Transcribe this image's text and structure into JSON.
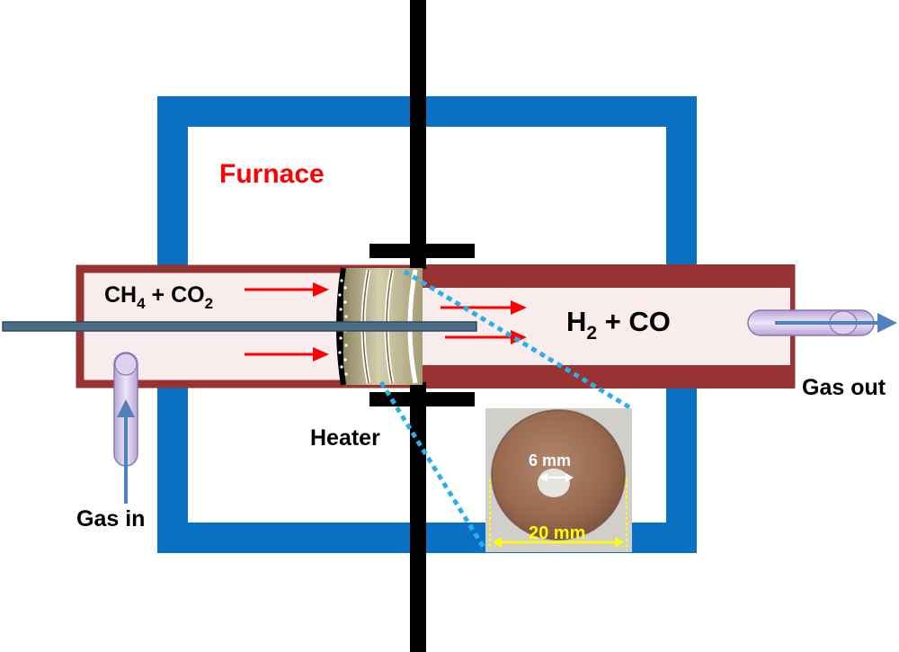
{
  "labels": {
    "furnace": "Furnace",
    "reactants_ch": "CH",
    "reactants_sub1": "4",
    "reactants_plus": " + CO",
    "reactants_sub2": "2",
    "products_h": "H",
    "products_sub": "2",
    "products_rest": " + CO",
    "heater": "Heater",
    "gas_in": "Gas in",
    "gas_out": "Gas out",
    "inner_dim": "6 mm",
    "outer_dim": "20 mm"
  },
  "colors": {
    "furnace_frame": "#0A70C4",
    "tube_wall": "#993333",
    "tube_inside": "#F8ECEC",
    "rod": "#000000",
    "arrow_red": "#FF0000",
    "flow_arrow": "#4F81BD",
    "nozzle": "#CBB8E4",
    "zoom_lines": "#2AB0E8",
    "furnace_label": "#FF0000",
    "dim_inner": "#FFFFFF",
    "dim_outer": "#FFFF00",
    "sample": "#9C6E55"
  }
}
